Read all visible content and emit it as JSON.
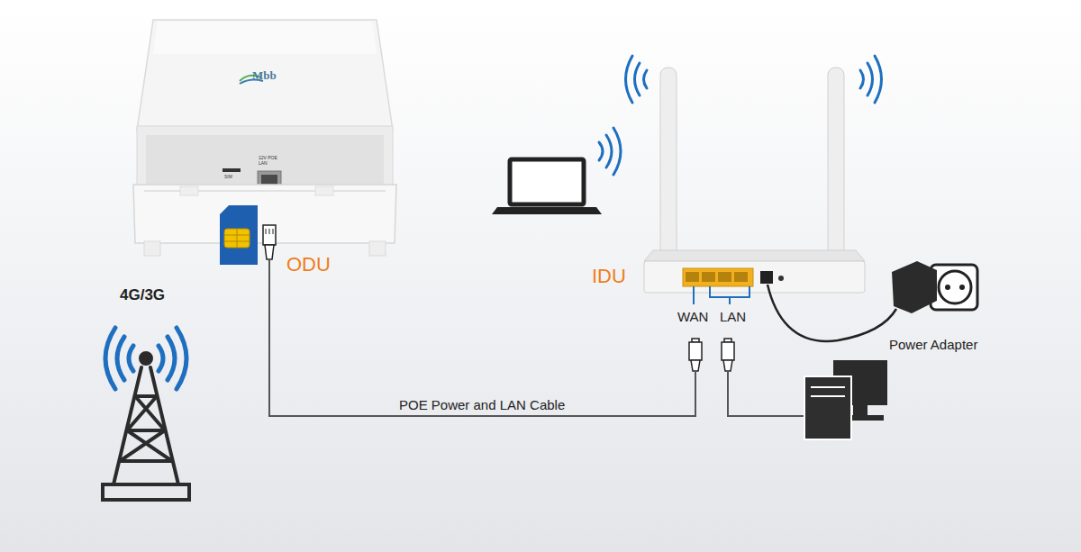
{
  "diagram": {
    "nodes": [
      {
        "text": [
          "ODU"
        ]
      },
      {
        "text": [
          "IDU"
        ]
      }
    ],
    "edges": [
      {
        "from": 0,
        "to": 1,
        "label": "POE Power and LAN Cable",
        "arrow": "none"
      }
    ],
    "labels": [
      "Mbb",
      "12V POE LAN",
      "SIM",
      "4G/3G",
      "WAN",
      "LAN",
      "Power Adapter"
    ]
  }
}
